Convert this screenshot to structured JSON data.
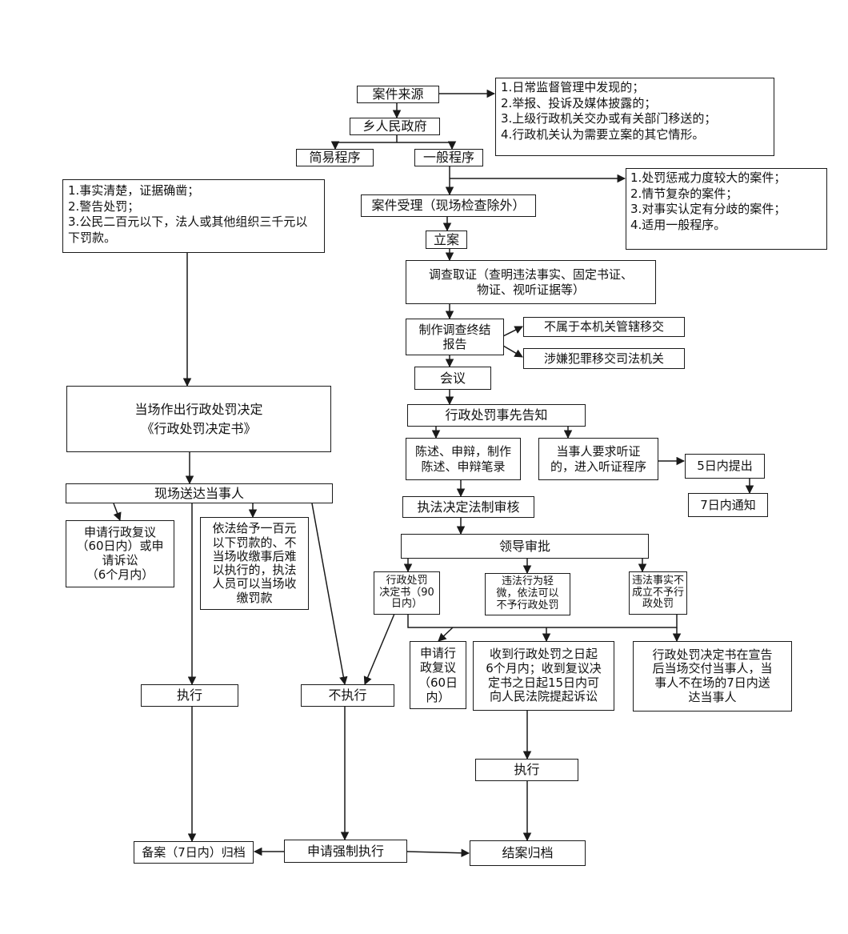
{
  "nodes": {
    "case_source": "案件来源",
    "township_gov": "乡人民政府",
    "simple_procedure": "简易程序",
    "general_procedure": "一般程序",
    "source_list": "1.日常监督管理中发现的；\n2.举报、投诉及媒体披露的；\n3.上级行政机关交办或有关部门移送的；\n4.行政机关认为需要立案的其它情形。",
    "simple_conditions": "1.事实清楚，证据确凿；\n2.警告处罚；\n3.公民二百元以下，法人或其他组织三千元以下罚款。",
    "case_acceptance": "案件受理（现场检查除外）",
    "general_conditions": "1.处罚惩戒力度较大的案件；\n2.情节复杂的案件；\n3.对事实认定有分歧的案件；\n4.适用一般程序。",
    "file_case": "立案",
    "investigation": "调查取证（查明违法事实、固定书证、\n物证、视听证据等）",
    "final_report": "制作调查终结\n报告",
    "transfer_jurisdiction": "不属于本机关管辖移交",
    "transfer_judicial": "涉嫌犯罪移交司法机关",
    "meeting": "会议",
    "prior_notice": "行政处罚事先告知",
    "statement_defense": "陈述、申辩，制作\n陈述、申辩笔录",
    "hearing_request": "当事人要求听证\n的，进入听证程序",
    "five_days": "5日内提出",
    "seven_days_notify": "7日内通知",
    "legal_review": "执法决定法制审核",
    "leader_approval": "领导审批",
    "penalty_decision": "行政处罚\n决定书（90\n日内）",
    "minor_no_penalty": "违法行为轻\n微，依法可以\n不予行政处罚",
    "facts_not_established": "违法事实不\n成立不予行\n政处罚",
    "apply_review": "申请行\n政复议\n（60日\n内）",
    "lawsuit_deadline": "收到行政处罚之日起\n6个月内；收到复议决\n定书之日起15日内可\n向人民法院提起诉讼",
    "delivery_rule": "行政处罚决定书在宣告\n后当场交付当事人，当\n事人不在场的7日内送\n达当事人",
    "onsite_decision": "当场作出行政处罚决定\n《行政处罚决定书》",
    "onsite_delivery": "现场送达当事人",
    "review_or_suit": "申请行政复议\n（60日内）或申\n请诉讼\n（6个月内）",
    "onsite_collection": "依法给予一百元\n以下罚款的、不\n当场收缴事后难\n以执行的，执法\n人员可以当场收\n缴罚款",
    "execute_left": "执行",
    "not_execute": "不执行",
    "execute_right": "执行",
    "archive_7days": "备案（7日内）归档",
    "apply_enforcement": "申请强制执行",
    "close_archive": "结案归档"
  }
}
